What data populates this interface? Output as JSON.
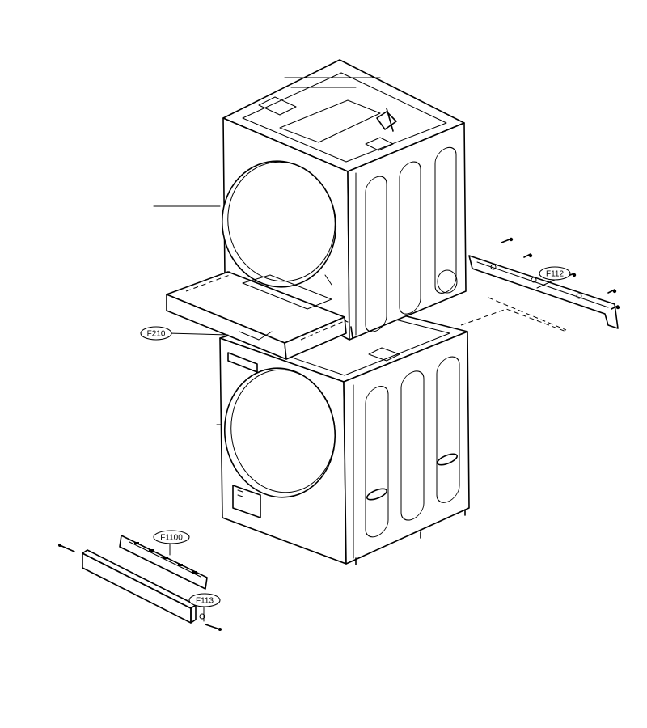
{
  "callouts": {
    "f210": "F210",
    "f112": "F112",
    "f1100": "F1100",
    "f113": "F113"
  }
}
